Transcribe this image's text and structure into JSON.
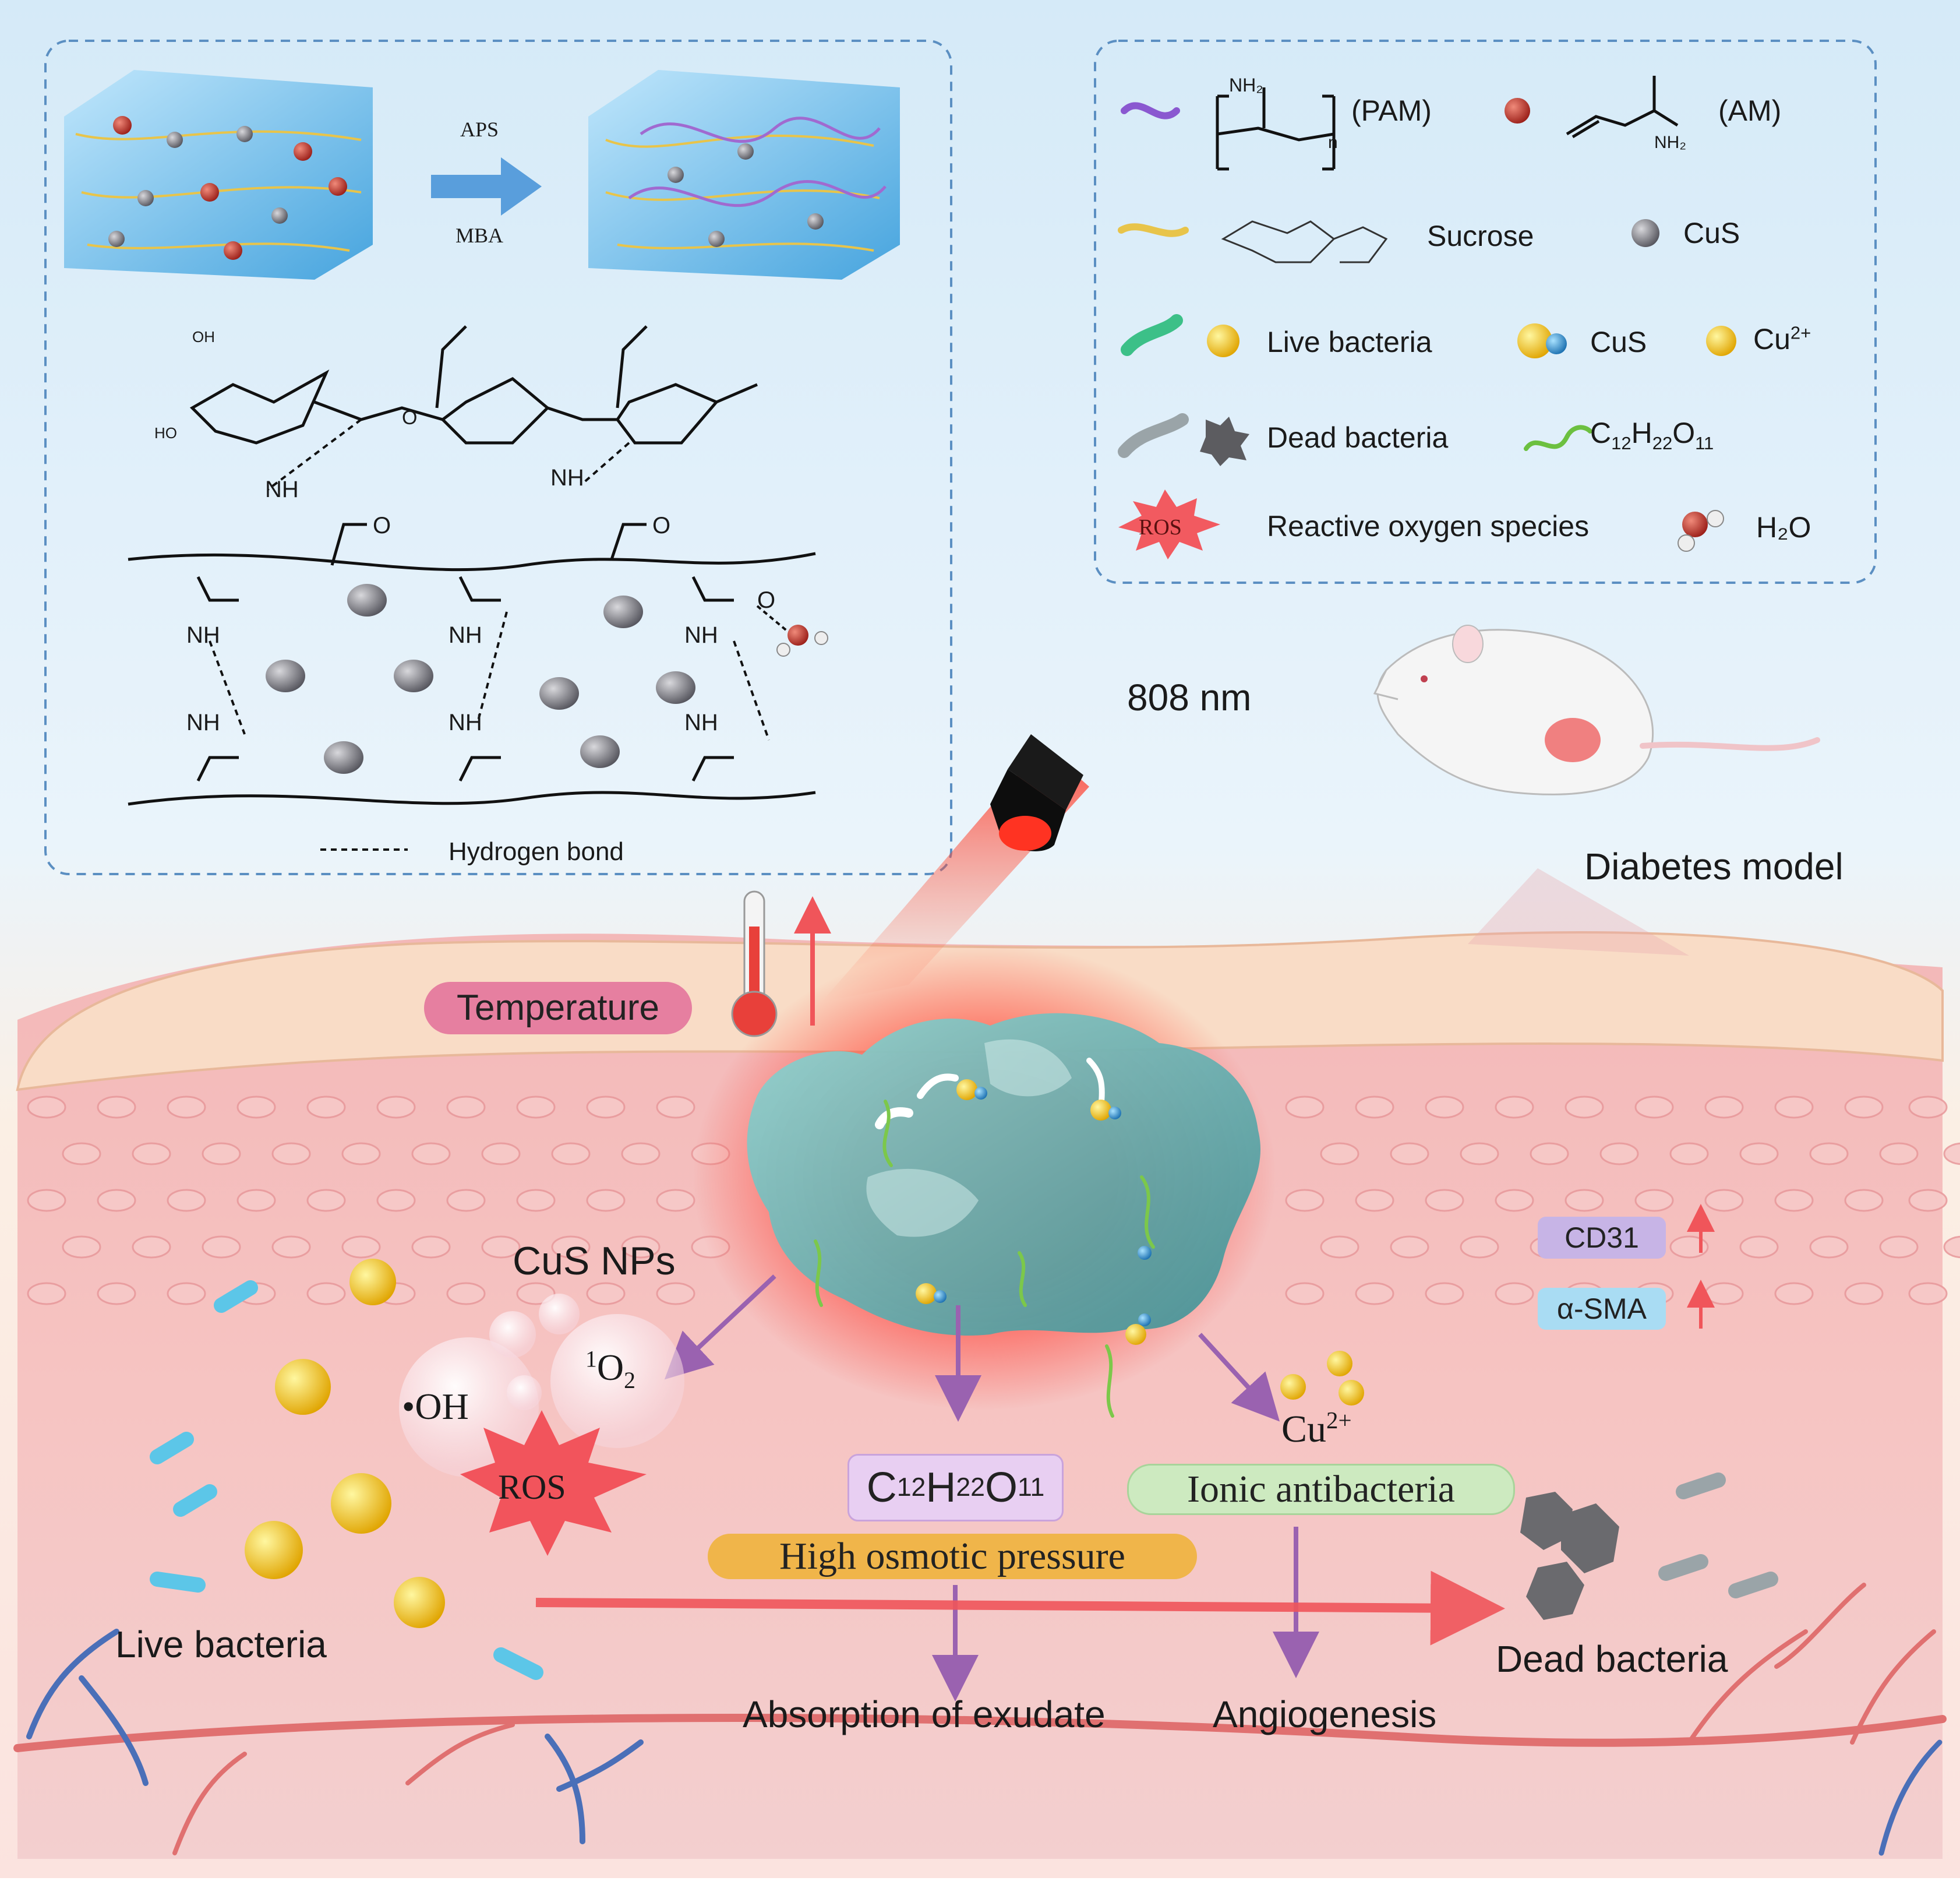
{
  "synthesis": {
    "initiator": "APS",
    "crosslinker": "MBA",
    "amide_group": "NH₂",
    "polymer_repeat": "n",
    "hydrogen_bond_legend": "Hydrogen bond",
    "struct_labels": {
      "oh": "OH",
      "ho": "HO",
      "o": "O",
      "nh": "NH"
    }
  },
  "legend": {
    "pam": "(PAM)",
    "am": "(AM)",
    "sucrose": "Sucrose",
    "cus": "CuS",
    "live_bacteria": "Live bacteria",
    "cus_np": "CuS",
    "cu_ion": "Cu",
    "cu_ion_charge": "2+",
    "dead_bacteria": "Dead bacteria",
    "c12h22o11": {
      "c": "C",
      "c_n": "12",
      "h": "H",
      "h_n": "22",
      "o": "O",
      "o_n": "11"
    },
    "ros_icon": "ROS",
    "ros": "Reactive oxygen species",
    "water": "H₂O"
  },
  "scene": {
    "laser": "808 nm",
    "diabetes_model": "Diabetes model",
    "temperature": "Temperature",
    "cus_nps": "CuS NPs",
    "hydroxyl": "•OH",
    "singlet_oxygen": {
      "sup": "1",
      "o": "O",
      "sub": "2"
    },
    "ros": "ROS",
    "sucrose_formula": {
      "c": "C",
      "c_n": "12",
      "h": "H",
      "h_n": "22",
      "o": "O",
      "o_n": "11"
    },
    "high_osmotic_pressure": "High osmotic pressure",
    "cu_ion": {
      "base": "Cu",
      "charge": "2+"
    },
    "ionic_antibacteria": "Ionic antibacteria",
    "cd31": "CD31",
    "asma": "α-SMA",
    "live_bacteria": "Live bacteria",
    "dead_bacteria": "Dead bacteria",
    "absorption": "Absorption of exudate",
    "angiogenesis": "Angiogenesis"
  },
  "colors": {
    "top_bg": "#dceefa",
    "skin_top": "#f7d8c2",
    "tissue": "#f2b6b8",
    "hydrogel": "#6fbfbf",
    "arrow_purple": "#9a62b0",
    "arrow_red": "#f0555a",
    "panel_border": "#5b8fc2"
  }
}
